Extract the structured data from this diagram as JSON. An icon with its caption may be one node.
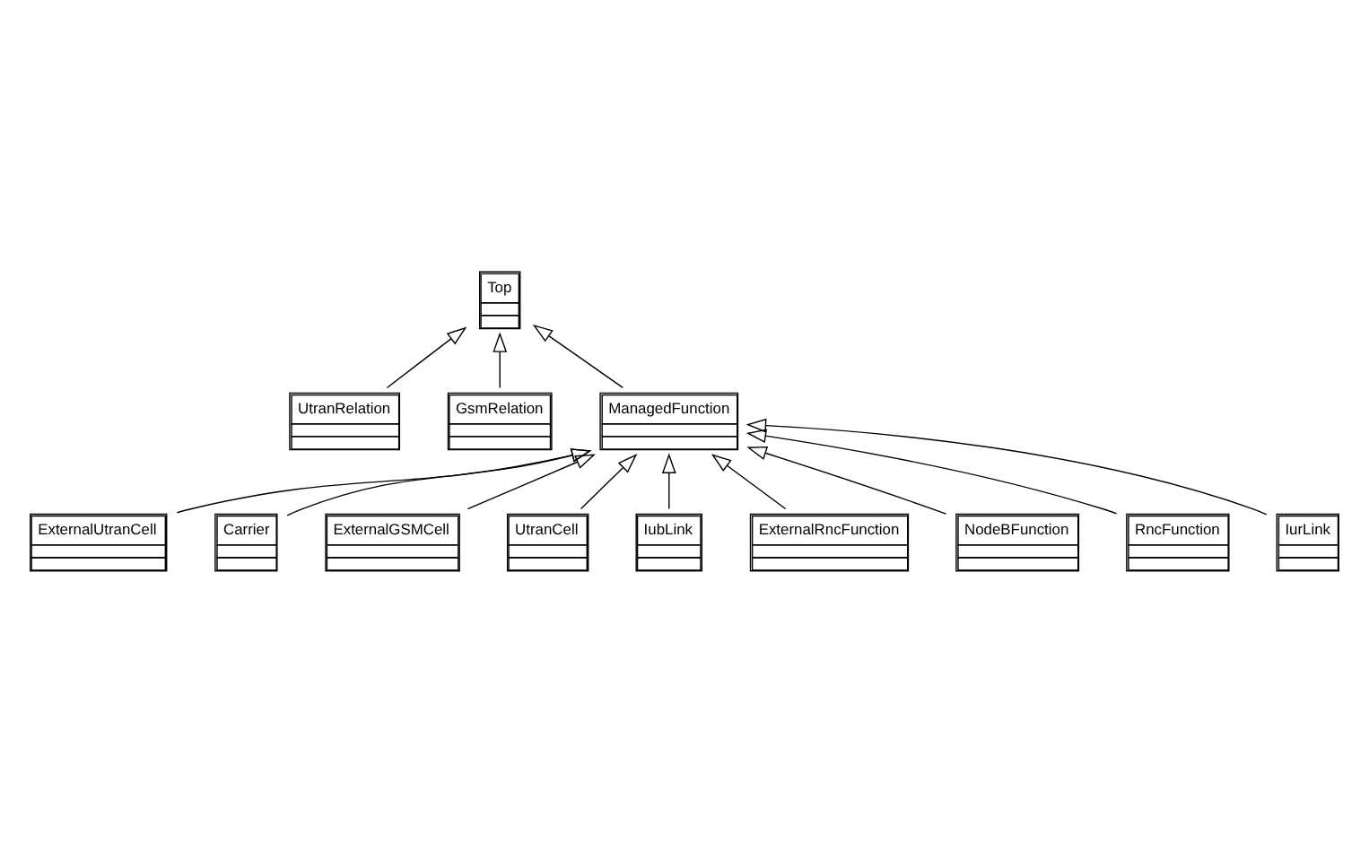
{
  "diagram": {
    "nodes": [
      {
        "text": [
          "Top"
        ]
      },
      {
        "text": [
          "UtranRelation"
        ]
      },
      {
        "text": [
          "GsmRelation"
        ]
      },
      {
        "text": [
          "ManagedFunction"
        ]
      },
      {
        "text": [
          "ExternalUtranCell"
        ]
      },
      {
        "text": [
          "Carrier"
        ]
      },
      {
        "text": [
          "ExternalGSMCell"
        ]
      },
      {
        "text": [
          "UtranCell"
        ]
      },
      {
        "text": [
          "IubLink"
        ]
      },
      {
        "text": [
          "ExternalRncFunction"
        ]
      },
      {
        "text": [
          "NodeBFunction"
        ]
      },
      {
        "text": [
          "RncFunction"
        ]
      },
      {
        "text": [
          "IurLink"
        ]
      }
    ],
    "edges": [
      {
        "from": 1,
        "to": 0,
        "arrow": "to"
      },
      {
        "from": 2,
        "to": 0,
        "arrow": "to"
      },
      {
        "from": 3,
        "to": 0,
        "arrow": "to"
      },
      {
        "from": 4,
        "to": 3,
        "arrow": "to"
      },
      {
        "from": 5,
        "to": 3,
        "arrow": "to"
      },
      {
        "from": 6,
        "to": 3,
        "arrow": "to"
      },
      {
        "from": 7,
        "to": 3,
        "arrow": "to"
      },
      {
        "from": 8,
        "to": 3,
        "arrow": "to"
      },
      {
        "from": 9,
        "to": 3,
        "arrow": "to"
      },
      {
        "from": 10,
        "to": 3,
        "arrow": "to"
      },
      {
        "from": 11,
        "to": 3,
        "arrow": "to"
      },
      {
        "from": 12,
        "to": 3,
        "arrow": "to"
      }
    ]
  }
}
